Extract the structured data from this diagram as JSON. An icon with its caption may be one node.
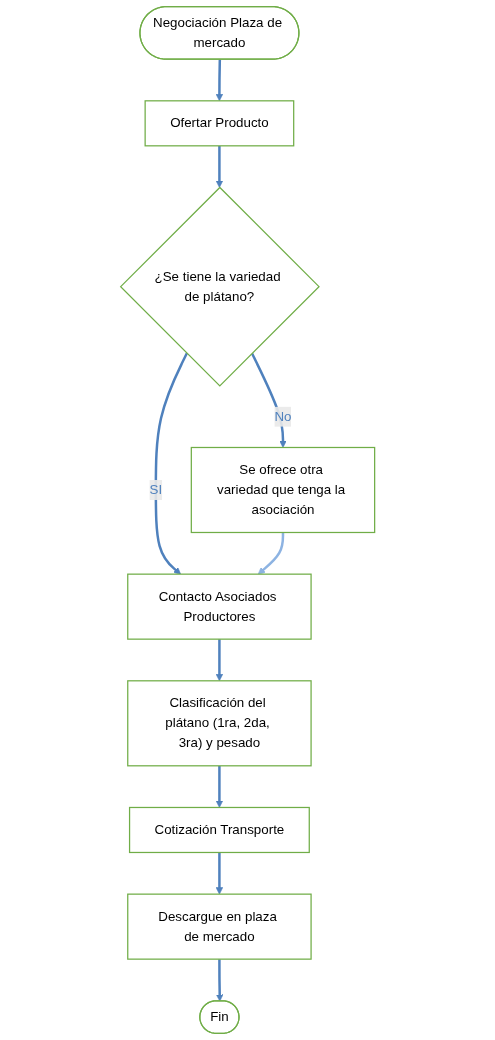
{
  "diagram": {
    "nodes": [
      {
        "text": [
          "Negociación Plaza de mercado"
        ]
      },
      {
        "text": [
          "Ofertar Producto"
        ]
      },
      {
        "text": [
          "¿Se tiene la variedad de plátano?"
        ]
      },
      {
        "text": [
          "Se ofrece otra variedad que tenga la asociación"
        ]
      },
      {
        "text": [
          "Contacto Asociados Productores"
        ]
      },
      {
        "text": [
          "Clasificación del plátano (1ra, 2da, 3ra) y pesado"
        ]
      },
      {
        "text": [
          "Cotización Transporte"
        ]
      },
      {
        "text": [
          "Descargue en plaza de mercado"
        ]
      },
      {
        "text": [
          "Fin"
        ]
      }
    ],
    "edges": [
      {
        "from": 0,
        "to": 1,
        "arrow": "to"
      },
      {
        "from": 1,
        "to": 2,
        "arrow": "to"
      },
      {
        "from": 2,
        "to": 3,
        "arrow": "to",
        "label": "No"
      },
      {
        "from": 2,
        "to": 4,
        "arrow": "to",
        "label": "SI"
      },
      {
        "from": 3,
        "to": 4,
        "arrow": "to",
        "color": "#8db3e2"
      },
      {
        "from": 4,
        "to": 5,
        "arrow": "to"
      },
      {
        "from": 5,
        "to": 6,
        "arrow": "to"
      },
      {
        "from": 6,
        "to": 7,
        "arrow": "to"
      },
      {
        "from": 7,
        "to": 8,
        "arrow": "to"
      }
    ]
  }
}
